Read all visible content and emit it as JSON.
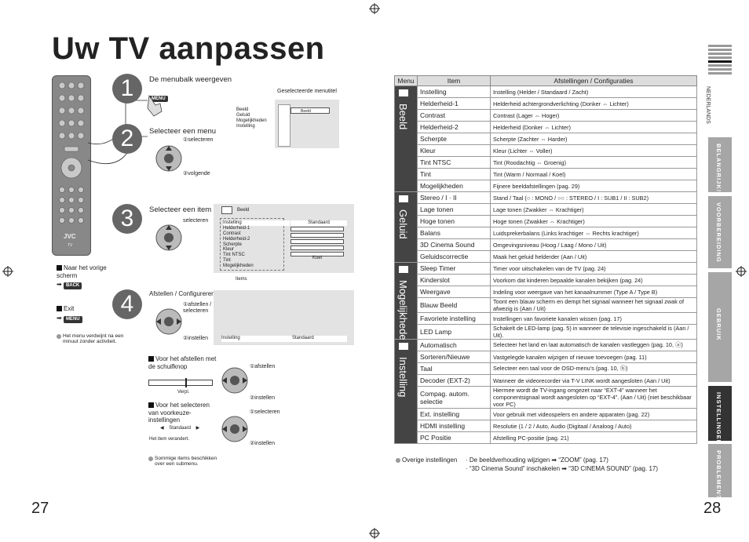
{
  "page": {
    "title": "Uw TV aanpassen",
    "page_left": "27",
    "page_right": "28"
  },
  "remote": {
    "brand": "JVC",
    "model": "TV"
  },
  "steps": {
    "s1": {
      "num": "1",
      "label": "De menubalk weergeven",
      "key": "MENU"
    },
    "s2": {
      "num": "2",
      "label": "Selecteer een menu",
      "hint1": "①selecteren",
      "hint2": "②volgende"
    },
    "s3": {
      "num": "3",
      "label": "Selecteer een item",
      "hint1": "selecteren",
      "items_label": "Items"
    },
    "s4": {
      "num": "4",
      "label": "Afstellen / Configureren",
      "hint1": "①afstellen / selecteren",
      "hint2": "②instellen"
    }
  },
  "menu_screen": {
    "caption": "Geselecteerde menutitel",
    "items": [
      "Beeld",
      "Geluid",
      "Mogelijkheden",
      "Instelling"
    ],
    "selected": "Beeld"
  },
  "item_screen": {
    "header": "Beeld",
    "items": [
      "Instelling",
      "Helderheid-1",
      "Contrast",
      "Helderheid-2",
      "Scherpte",
      "Kleur",
      "Tint NTSC",
      "Tint",
      "Mogelijkheden"
    ],
    "value1": "Standaard",
    "value2": "Koel"
  },
  "adjust_screen": {
    "item": "Instelling",
    "value": "Standaard"
  },
  "notes": {
    "back_label": "Naar het vorige scherm",
    "back_key": "BACK",
    "exit_label": "Exit",
    "exit_key": "MENU",
    "auto_close": "Het menu verdwijnt na een minuut zonder activiteit.",
    "slider_title": "Voor het afstellen met de schuifknop",
    "slider_caption": "Verpl.",
    "slider_h1": "①afstellen",
    "slider_h2": "②instellen",
    "preset_title": "Voor het selecteren van voorkeuze-instellingen",
    "preset_value": "Standaard",
    "preset_caption": "Het item verandert.",
    "preset_h1": "①selecteren",
    "preset_h2": "②instellen",
    "submenu_note": "Sommige items beschikken over een submenu."
  },
  "table": {
    "headers": [
      "Menu",
      "Item",
      "Afstellingen / Configuraties"
    ],
    "groups": [
      {
        "category": "Beeld",
        "rows": [
          [
            "Instelling",
            "Instelling (Helder / Standaard / Zacht)"
          ],
          [
            "Helderheid-1",
            "Helderheid achtergrondverlichting (Donker ⇔ Lichter)"
          ],
          [
            "Contrast",
            "Contrast (Lager ⇔ Hoger)"
          ],
          [
            "Helderheid-2",
            "Helderheid (Donker ⇔ Lichter)"
          ],
          [
            "Scherpte",
            "Scherpte (Zachter ⇔ Harder)"
          ],
          [
            "Kleur",
            "Kleur (Lichter ⇔ Voller)"
          ],
          [
            "Tint NTSC",
            "Tint (Roodachtig ⇔ Groenig)"
          ],
          [
            "Tint",
            "Tint (Warm / Normaal / Koel)"
          ],
          [
            "Mogelijkheden",
            "Fijnere beeldafstellingen (pag. 29)"
          ]
        ]
      },
      {
        "category": "Geluid",
        "rows": [
          [
            "Stereo / I · II",
            "Stand / Taal (○ : MONO / ○○ : STEREO / I : SUB1 / II : SUB2)"
          ],
          [
            "Lage tonen",
            "Lage tonen (Zwakker ⇔ Krachtiger)"
          ],
          [
            "Hoge tonen",
            "Hoge tonen (Zwakker ⇔ Krachtiger)"
          ],
          [
            "Balans",
            "Luidsprekerbalans (Links krachtiger ⇔ Rechts krachtiger)"
          ],
          [
            "3D Cinema Sound",
            "Omgevingsniveau (Hoog / Laag / Mono / Uit)"
          ],
          [
            "Geluidscorrectie",
            "Maak het geluid helderder (Aan / Uit)"
          ]
        ]
      },
      {
        "category": "Mogelijkheden",
        "rows": [
          [
            "Sleep Timer",
            "Timer voor uitschakelen van de TV (pag. 24)"
          ],
          [
            "Kinderslot",
            "Voorkom dat kinderen bepaalde kanalen bekijken (pag. 24)"
          ],
          [
            "Weergave",
            "Indeling voor weergave van het kanaalnummer (Type A / Type B)"
          ],
          [
            "Blauw Beeld",
            "Toont een blauw scherm en dempt het signaal wanneer het signaal zwak of afwezig is (Aan / Uit)"
          ],
          [
            "Favoriete instelling",
            "Instellingen van favoriete kanalen wissen (pag. 17)"
          ],
          [
            "LED Lamp",
            "Schakelt de LED-lamp (pag. 5) in wanneer de televisie ingeschakeld is (Aan / Uit)."
          ]
        ]
      },
      {
        "category": "Instelling",
        "rows": [
          [
            "Automatisch",
            "Selecteer het land en laat automatisch de kanalen vastleggen (pag. 10, ⓐ)"
          ],
          [
            "Sorteren/Nieuwe",
            "Vastgelegde kanalen wijzigen of nieuwe toevoegen (pag. 11)"
          ],
          [
            "Taal",
            "Selecteer een taal voor de OSD-menu’s (pag. 10, ⓑ)"
          ],
          [
            "Decoder (EXT-2)",
            "Wanneer de videorecorder via T-V LINK wordt aangesloten (Aan / Uit)"
          ],
          [
            "Compag. autom. selectie",
            "Hiermee wordt de TV-ingang omgezet naar “EXT-4” wanneer het componentsignaal wordt aangesloten op “EXT-4”. (Aan / Uit) (niet beschikbaar voor PC)"
          ],
          [
            "Ext. instelling",
            "Voor gebruik met videospelers en andere apparaten (pag. 22)"
          ],
          [
            "HDMI instelling",
            "Resolutie (1 / 2 / Auto, Audio (Digitaal / Analoog / Auto)"
          ],
          [
            "PC Positie",
            "Afstelling PC-positie (pag. 21)"
          ]
        ]
      }
    ],
    "other_label": "Overige instellingen",
    "other_lines": [
      "· De beeldverhouding wijzigen ➡ “ZOOM” (pag. 17)",
      "· “3D Cinema Sound” inschakelen ➡ “3D CINEMA SOUND” (pag. 17)"
    ]
  },
  "sidebar": {
    "language": "NEDERLANDS",
    "tabs": [
      "BELANGRIJK!",
      "VOORBEREIDING",
      "GEBRUIK",
      "INSTELLINGEN",
      "PROBLEMEN?"
    ],
    "active": "INSTELLINGEN"
  }
}
